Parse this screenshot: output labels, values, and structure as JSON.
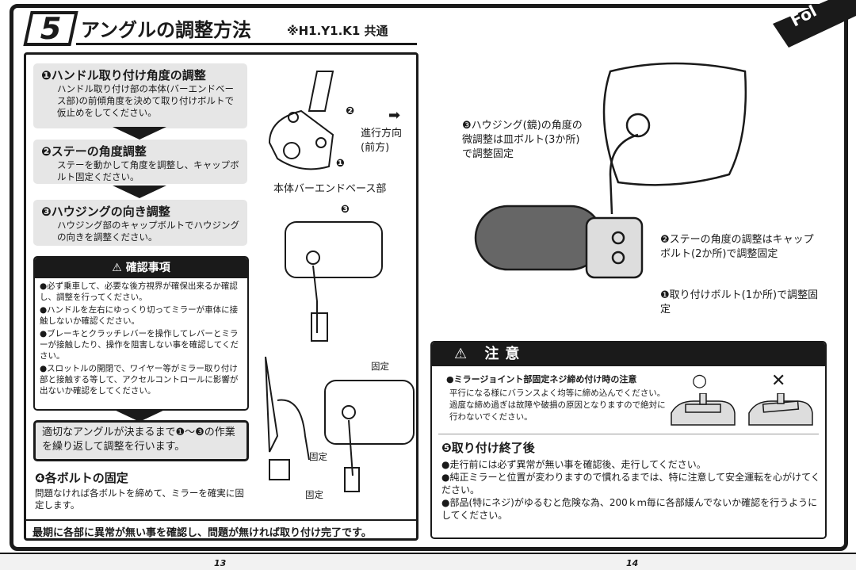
{
  "header": {
    "step_number": "5",
    "title": "アングルの調整方法",
    "common_note": "※H1.Y1.K1 共通",
    "corner_tab": "Fol"
  },
  "steps": [
    {
      "title": "❶ハンドル取り付け角度の調整",
      "body": "ハンドル取り付け部の本体(バーエンドベース部)の前傾角度を決めて取り付けボルトで仮止めをしてください。"
    },
    {
      "title": "❷ステーの角度調整",
      "body": "ステーを動かして角度を調整し、キャップボルト固定ください。"
    },
    {
      "title": "❸ハウジングの向き調整",
      "body": "ハウジング部のキャップボルトでハウジングの向きを調整ください。"
    }
  ],
  "check": {
    "title": "確認事項",
    "items": [
      "●必ず乗車して、必要な後方視界が確保出来るか確認し、調整を行ってください。",
      "●ハンドルを左右にゆっくり切ってミラーが車体に接触しないか確認ください。",
      "●ブレーキとクラッチレバーを操作してレバーとミラーが接触したり、操作を阻害しない事を確認してください。",
      "●スロットルの開閉で、ワイヤー等がミラー取り付け部と接触する等して、アクセルコントロールに影響が出ないか確認をしてください。"
    ]
  },
  "repeat_note": "適切なアングルが決まるまで❶〜❸の作業を繰り返して調整を行います。",
  "step4": {
    "title": "❹各ボルトの固定",
    "body": "問題なければ各ボルトを締めて、ミラーを確実に固定します。"
  },
  "final_note": "最期に各部に異常が無い事を確認し、問題が無ければ取り付け完了です。",
  "diagram_left": {
    "direction": "進行方向",
    "direction_sub": "(前方)",
    "base_label": "本体バーエンドベース部",
    "c1": "❶",
    "c2": "❷",
    "c3": "❸",
    "fix1": "固定",
    "fix2": "固定",
    "fix3": "固定"
  },
  "diagram_right": {
    "label3": "❸ハウジング(鏡)の角度の微調整は皿ボルト(3か所)で調整固定",
    "label2": "❷ステーの角度の調整はキャップボルト(2か所)で調整固定",
    "label1": "❶取り付けボルト(1か所)で調整固定"
  },
  "caution": {
    "title": "注意",
    "subtitle": "●ミラージョイント部固定ネジ締め付け時の注意",
    "body": "平行になる様にバランスよく均等に締め込んでください。過度な締め過ぎは故障や破損の原因となりますので絶対に行わないでください。",
    "ok": "○",
    "ng": "✕"
  },
  "step5": {
    "title": "❺取り付け終了後",
    "items": [
      "●走行前には必ず異常が無い事を確認後、走行してください。",
      "●純正ミラーと位置が変わりますので慣れるまでは、特に注意して安全運転を心がけてください。",
      "●部品(特にネジ)がゆるむと危険な為、200ｋｍ毎に各部緩んでないか確認を行うようにしてください。"
    ]
  },
  "pages": {
    "left": "13",
    "right": "14"
  }
}
